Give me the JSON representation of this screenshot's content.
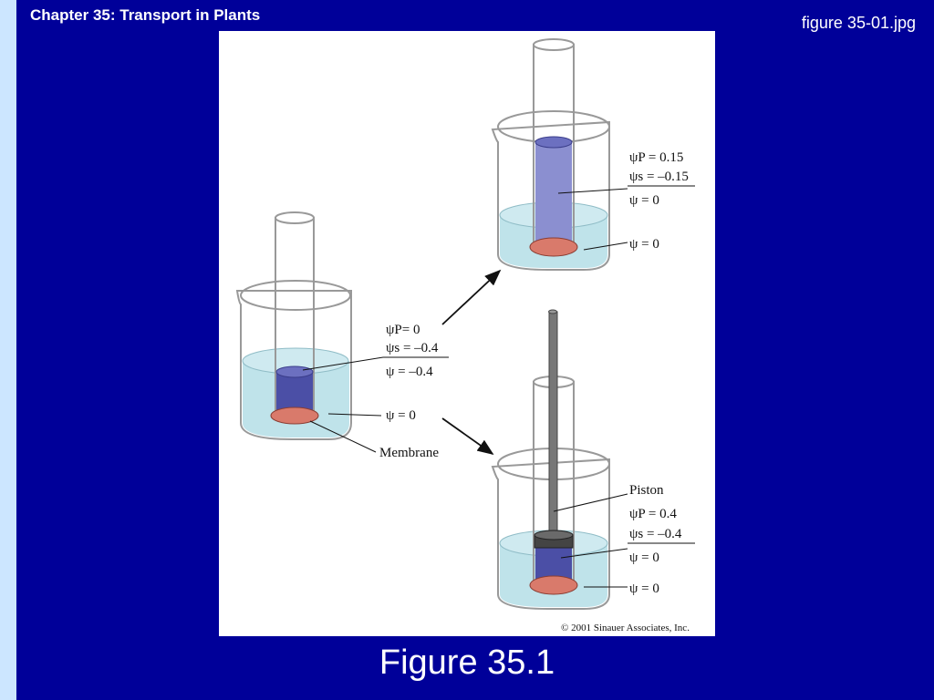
{
  "header": {
    "chapter_title": "Chapter 35: Transport in Plants",
    "file_name": "figure 35-01.jpg"
  },
  "caption": "Figure 35.1",
  "figure": {
    "left": {
      "psi_p": "ψP=   0",
      "psi_s": "ψs = –0.4",
      "psi": "ψ   = –0.4",
      "outer_psi": "ψ   =   0",
      "membrane_label": "Membrane"
    },
    "top_right": {
      "psi_p": "ψP =   0.15",
      "psi_s": "ψs =  –0.15",
      "psi": "ψ   =   0",
      "outer_psi": "ψ   =   0"
    },
    "bottom_right": {
      "piston_label": "Piston",
      "psi_p": "ψP =   0.4",
      "psi_s": "ψs =  –0.4",
      "psi": "ψ   =   0",
      "outer_psi": "ψ   =   0"
    },
    "copyright": "© 2001 Sinauer Associates, Inc."
  },
  "colors": {
    "background": "#000099",
    "left_bar": "#cce6ff",
    "water": "#bfe3ea",
    "solution": "#4b4fa6",
    "membrane": "#d97a6b"
  }
}
